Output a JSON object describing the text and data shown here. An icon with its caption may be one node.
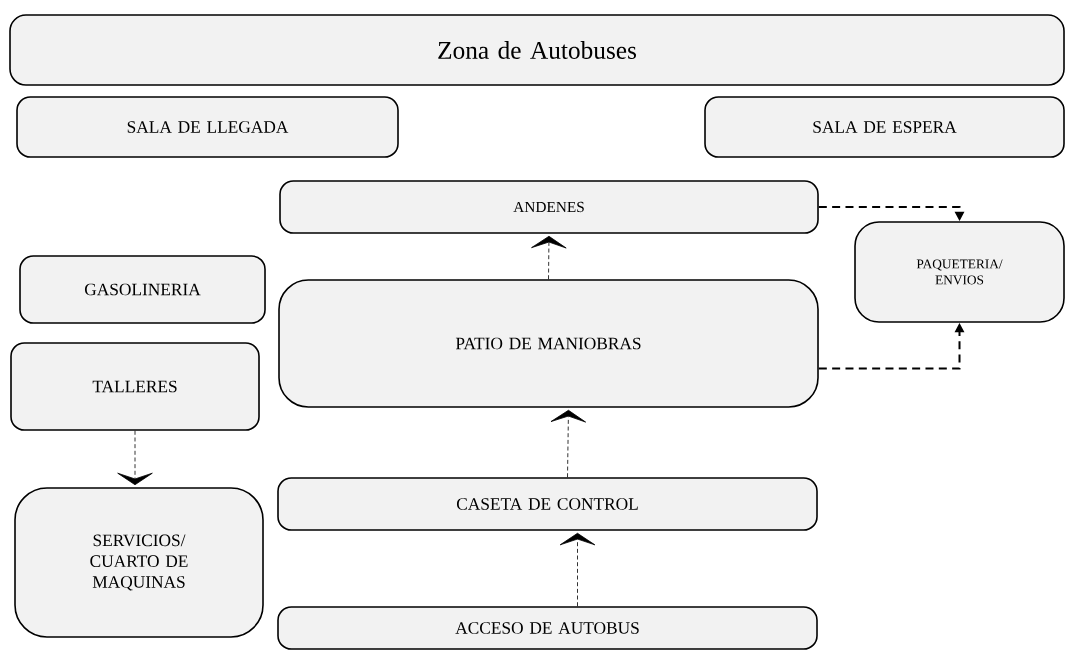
{
  "diagram": {
    "nodes": [
      {
        "text": [
          "Zona de Autobuses"
        ]
      },
      {
        "text": [
          "SALA DE LLEGADA"
        ]
      },
      {
        "text": [
          "SALA DE ESPERA"
        ]
      },
      {
        "text": [
          "ANDENES"
        ]
      },
      {
        "text": [
          "PAQUETERIA/ ENVIOS"
        ]
      },
      {
        "text": [
          "GASOLINERIA"
        ]
      },
      {
        "text": [
          "PATIO DE MANIOBRAS"
        ]
      },
      {
        "text": [
          "TALLERES"
        ]
      },
      {
        "text": [
          "SERVICIOS/ CUARTO DE MAQUINAS"
        ]
      },
      {
        "text": [
          "CASETA DE CONTROL"
        ]
      },
      {
        "text": [
          "ACCESO DE AUTOBUS"
        ]
      }
    ],
    "edges": [
      {
        "from": 6,
        "to": 3,
        "arrow": "to",
        "style": "dashed"
      },
      {
        "from": 9,
        "to": 6,
        "arrow": "to",
        "style": "dashed"
      },
      {
        "from": 10,
        "to": 9,
        "arrow": "to",
        "style": "dashed"
      },
      {
        "from": 7,
        "to": 8,
        "arrow": "to",
        "style": "dashed"
      },
      {
        "from": 3,
        "to": 4,
        "arrow": "to",
        "style": "dashed"
      },
      {
        "from": 6,
        "to": 4,
        "arrow": "to",
        "style": "dashed"
      }
    ]
  }
}
